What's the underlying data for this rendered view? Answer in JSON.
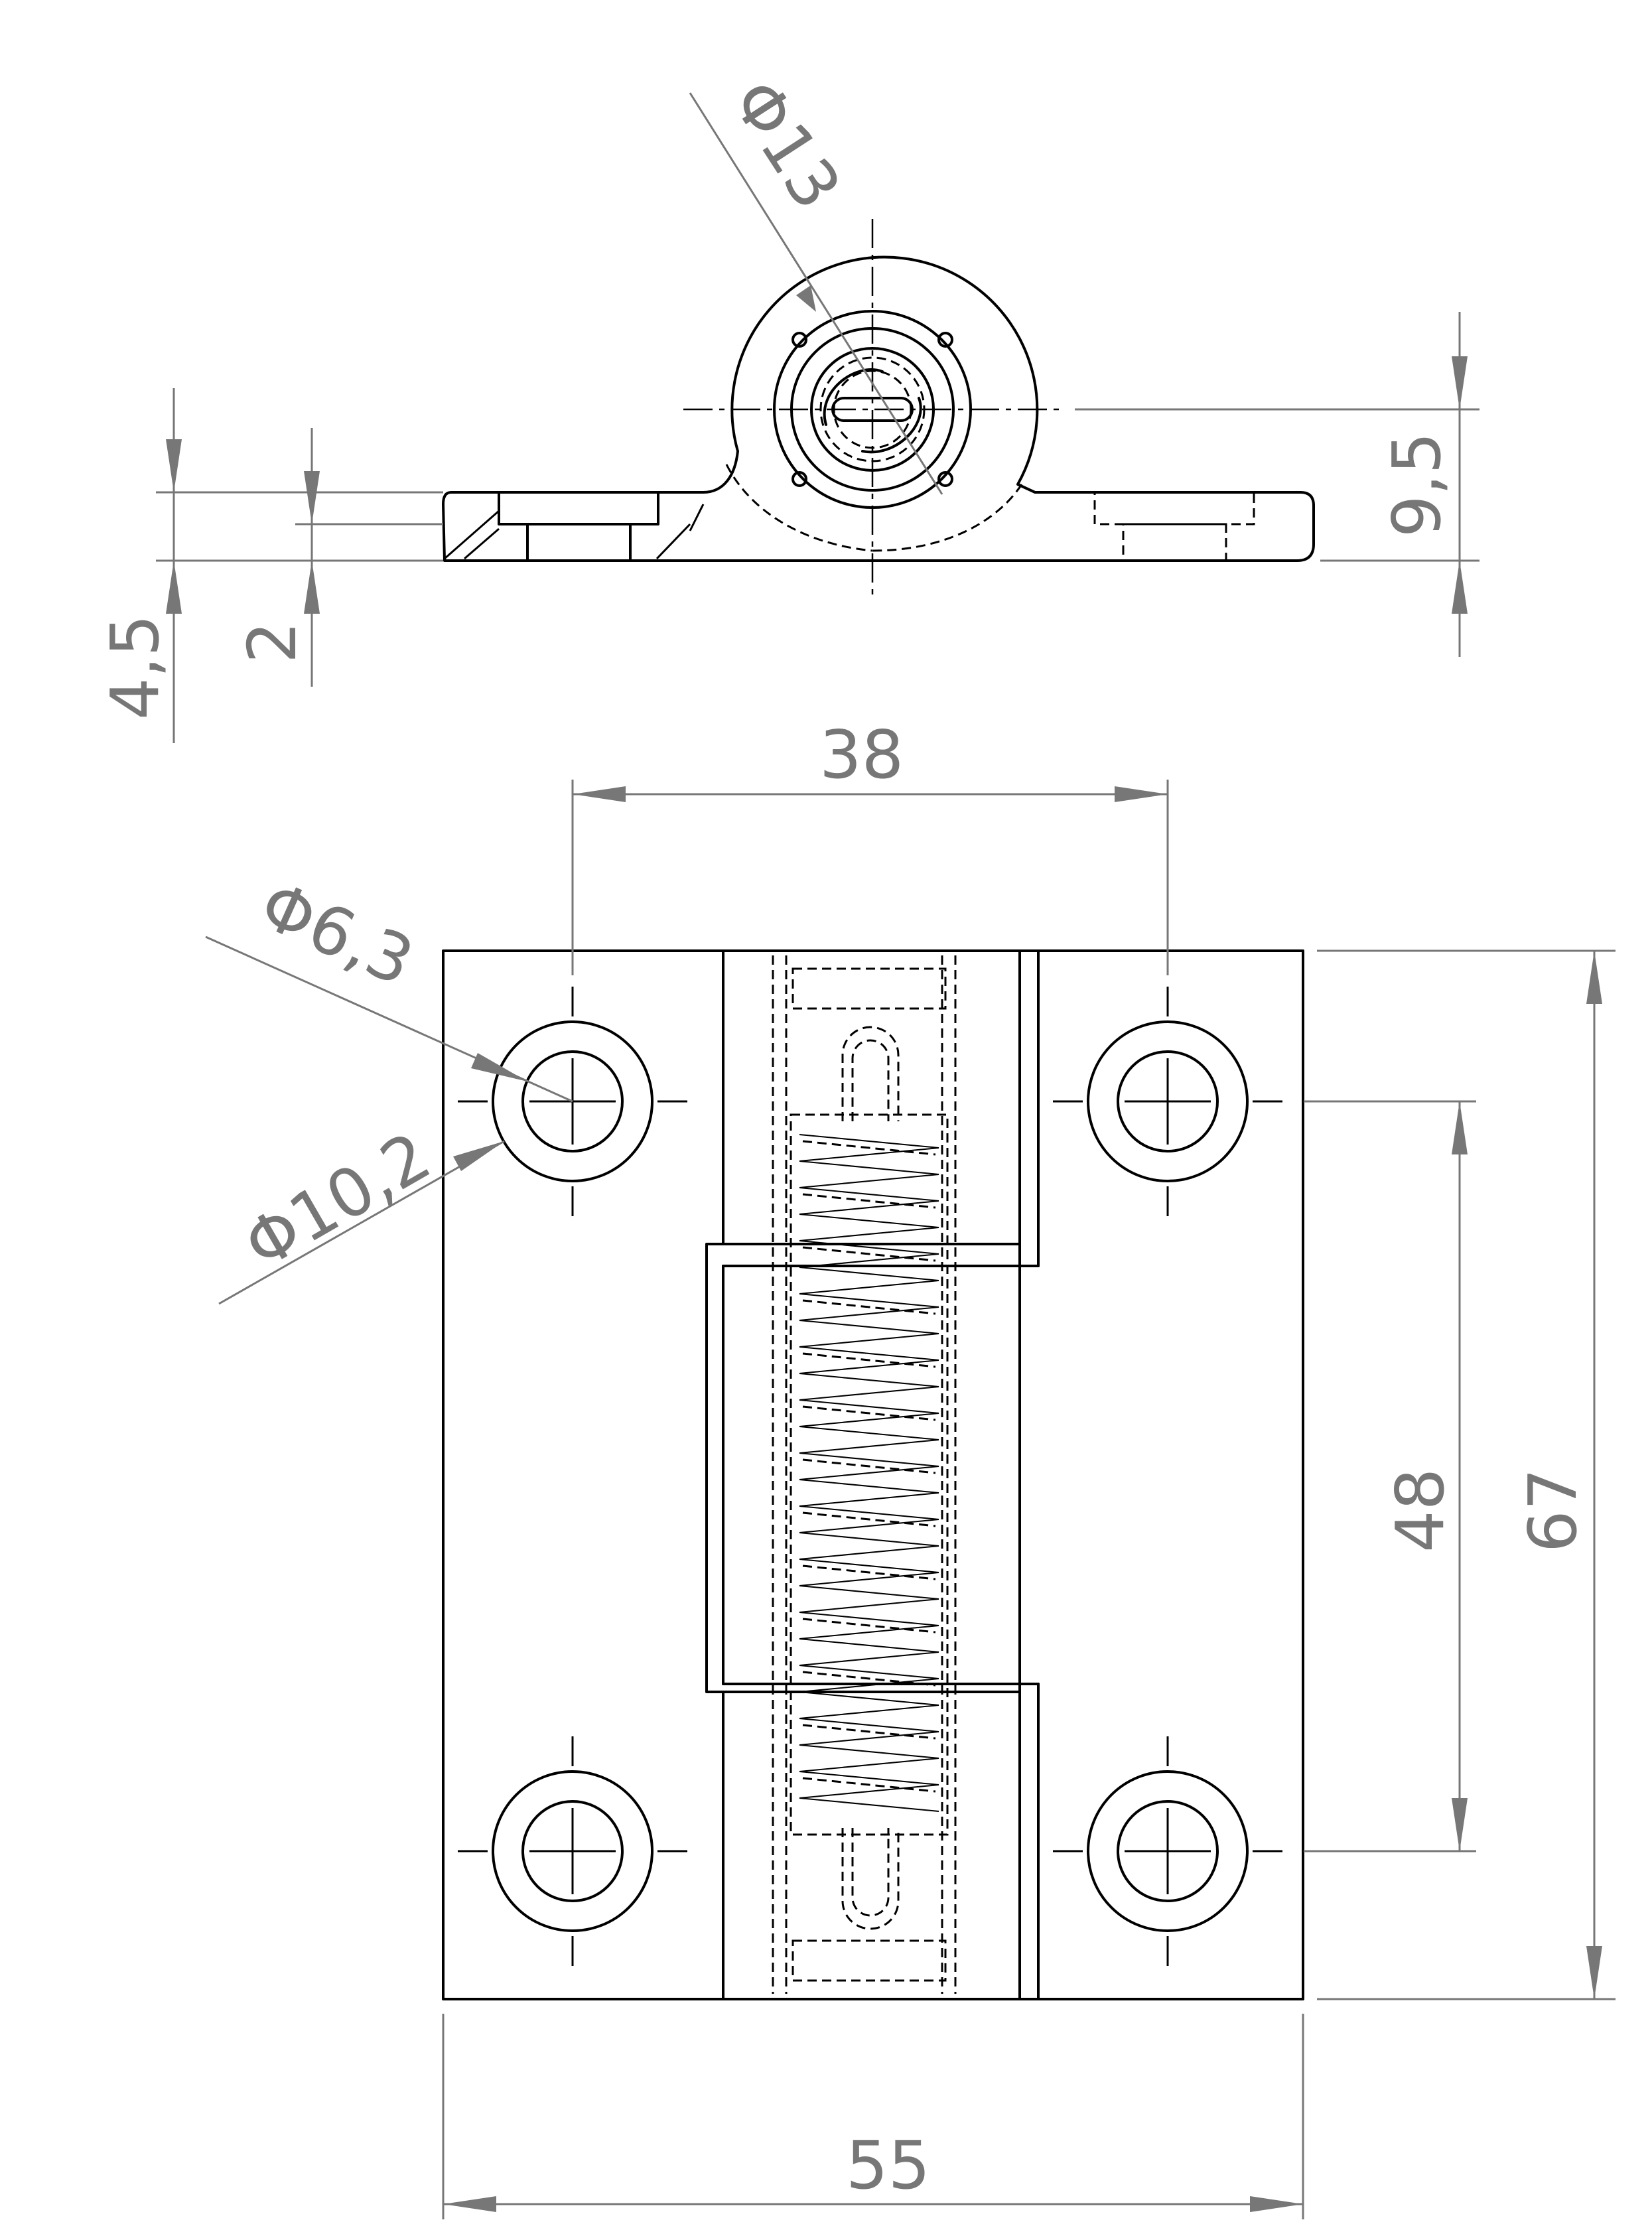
{
  "drawing": {
    "dimensions": {
      "d_bore": "Φ13",
      "h_axis": "9,5",
      "t_base": "4,5",
      "t_step": "2",
      "pitch_x": "38",
      "d_hole": "Φ6,3",
      "d_cbore": "Φ10,2",
      "pitch_y": "48",
      "height": "67",
      "width": "55"
    }
  }
}
